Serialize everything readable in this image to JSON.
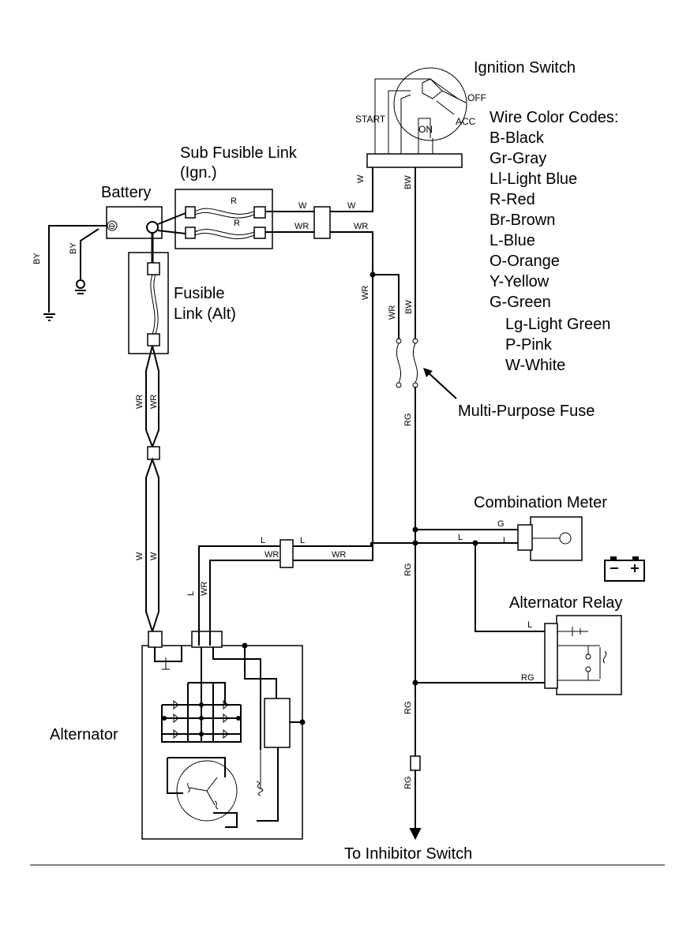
{
  "labels": {
    "ignition_switch": "Ignition Switch",
    "battery": "Battery",
    "sub_fusible_link_line1": "Sub Fusible Link",
    "sub_fusible_link_line2": "(Ign.)",
    "fusible_link_line1": "Fusible",
    "fusible_link_line2": "Link (Alt)",
    "multi_purpose_fuse": "Multi-Purpose Fuse",
    "combination_meter": "Combination Meter",
    "alternator_relay": "Alternator Relay",
    "alternator": "Alternator",
    "to_inhibitor_switch": "To Inhibitor Switch"
  },
  "switch_positions": {
    "off": "OFF",
    "start": "START",
    "acc": "ACC",
    "on": "ON"
  },
  "wire_color_codes": {
    "title": "Wire Color Codes:",
    "items": [
      "B-Black",
      "Gr-Gray",
      "Ll-Light Blue",
      "R-Red",
      "Br-Brown",
      "L-Blue",
      "O-Orange",
      "Y-Yellow",
      "G-Green",
      "Lg-Light Green",
      "P-Pink",
      "W-White"
    ]
  },
  "wire_tags": {
    "w": "W",
    "bw": "BW",
    "wr": "WR",
    "r": "R",
    "l": "L",
    "g": "G",
    "rg": "RG",
    "by": "BY",
    "battery_minus": "⊖",
    "battery_plus": "⊕"
  }
}
